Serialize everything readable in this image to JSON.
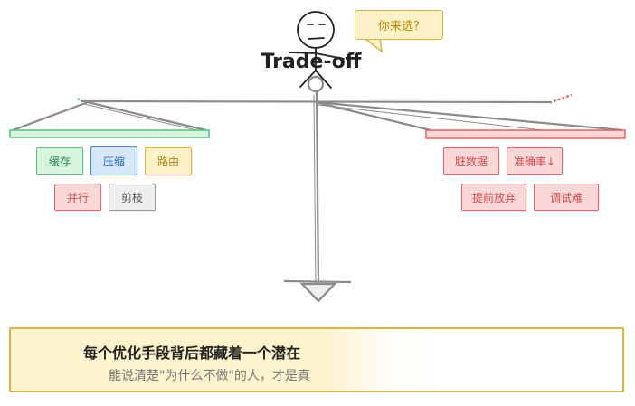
{
  "title": "Trade-off",
  "bubble_text": "你来选?",
  "left_tags": [
    {
      "label": "缓存",
      "color": "green"
    },
    {
      "label": "压缩",
      "color": "blue"
    },
    {
      "label": "路由",
      "color": "yellow"
    },
    {
      "label": "并行",
      "color": "red"
    },
    {
      "label": "剪枝",
      "color": "gray"
    }
  ],
  "right_tags": [
    {
      "label": "脏数据",
      "color": "red"
    },
    {
      "label": "准确率↓",
      "color": "red"
    },
    {
      "label": "提前放弃",
      "color": "red"
    },
    {
      "label": "调试难",
      "color": "red"
    }
  ],
  "banner": {
    "main": "每个优化手段背后都藏着一个潜在",
    "sub": "能说清楚\"为什么不做\"的人，才是真"
  },
  "colors": {
    "left_pan": "#d7f4df",
    "right_pan": "#fbd7d7",
    "beam": "#8a8a8a",
    "banner_bg": "#fdf3cd"
  }
}
